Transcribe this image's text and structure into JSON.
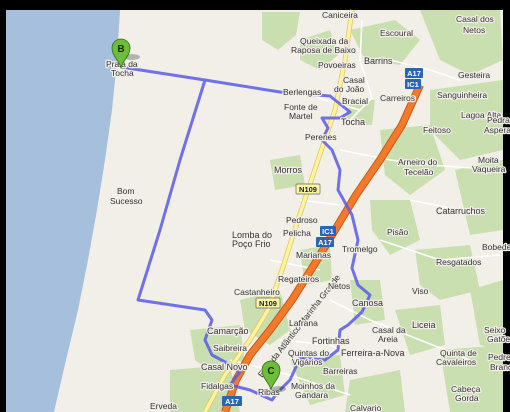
{
  "map": {
    "colors": {
      "sea": "#a5bfdd",
      "beach": "#f2efe9",
      "land": "#f2efe9",
      "forest": "#c9dfaf",
      "motorway": "#f37a2a",
      "national_road": "#fdf3a0",
      "route": "#5a5ae6",
      "marker_green": "#6dbd3b",
      "frame": "#000000"
    },
    "places": [
      {
        "name": "Caniceira"
      },
      {
        "name": "Casal dos"
      },
      {
        "name": "Netos"
      },
      {
        "name": "Queixada da"
      },
      {
        "name": "Raposa de Baixo"
      },
      {
        "name": "Escoural"
      },
      {
        "name": "Povoeiras"
      },
      {
        "name": "Barrins"
      },
      {
        "name": "Gesteira"
      },
      {
        "name": "Casal"
      },
      {
        "name": "do João"
      },
      {
        "name": "Berlengas"
      },
      {
        "name": "Carreiros"
      },
      {
        "name": "Sanguinheira"
      },
      {
        "name": "Bracial"
      },
      {
        "name": "Fonte de"
      },
      {
        "name": "Martel"
      },
      {
        "name": "Tocha"
      },
      {
        "name": "Lagoa Alta"
      },
      {
        "name": "Feitoso"
      },
      {
        "name": "Pedra"
      },
      {
        "name": "Asperas"
      },
      {
        "name": "Perenes"
      },
      {
        "name": "Arneiro do"
      },
      {
        "name": "Tecelão"
      },
      {
        "name": "Moita"
      },
      {
        "name": "Vaqueira"
      },
      {
        "name": "Morros"
      },
      {
        "name": "Bom"
      },
      {
        "name": "Sucesso"
      },
      {
        "name": "Catarruchos"
      },
      {
        "name": "Pedroso"
      },
      {
        "name": "Lomba do"
      },
      {
        "name": "Poço Frio"
      },
      {
        "name": "Pelicha"
      },
      {
        "name": "Pisão"
      },
      {
        "name": "Tromelgo"
      },
      {
        "name": "Bobede"
      },
      {
        "name": "Marianas"
      },
      {
        "name": "Regateiros"
      },
      {
        "name": "Resgatados"
      },
      {
        "name": "Netos"
      },
      {
        "name": "Castanheiro"
      },
      {
        "name": "Canosa"
      },
      {
        "name": "Viso"
      },
      {
        "name": "Lafrana"
      },
      {
        "name": "Camarção"
      },
      {
        "name": "Liceia"
      },
      {
        "name": "Casal da"
      },
      {
        "name": "Areia"
      },
      {
        "name": "Seixo"
      },
      {
        "name": "Gatõe"
      },
      {
        "name": "Fortinhas"
      },
      {
        "name": "Saibreira"
      },
      {
        "name": "Quintas do"
      },
      {
        "name": "Vigários"
      },
      {
        "name": "Ferreira-a-Nova"
      },
      {
        "name": "Quinta de"
      },
      {
        "name": "Cavaleiros"
      },
      {
        "name": "Pedre"
      },
      {
        "name": "Branc"
      },
      {
        "name": "Casal Novo"
      },
      {
        "name": "Barreiras"
      },
      {
        "name": "Fidalgas"
      },
      {
        "name": "Moinhos da"
      },
      {
        "name": "Gandara"
      },
      {
        "name": "Cabeça"
      },
      {
        "name": "Gorda"
      },
      {
        "name": "Erveda"
      },
      {
        "name": "Calvario"
      },
      {
        "name": "Praia da"
      },
      {
        "name": "Tocha"
      },
      {
        "name": "Ribas"
      }
    ],
    "roads": [
      {
        "label": "N109"
      },
      {
        "label": "N109"
      },
      {
        "label": "A17"
      },
      {
        "label": "IC1"
      },
      {
        "label": "IC1"
      },
      {
        "label": "A17"
      },
      {
        "label": "A17"
      }
    ],
    "road_names": [
      {
        "name": "Estrada Atlântico Marinha Grande"
      }
    ],
    "markers": [
      {
        "letter": "B"
      },
      {
        "letter": "C"
      }
    ]
  }
}
